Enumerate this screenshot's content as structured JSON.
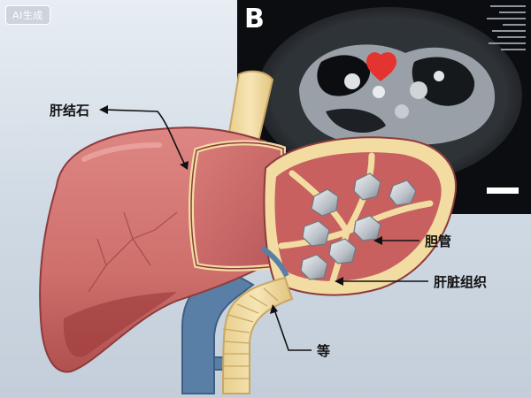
{
  "badge": {
    "text": "AI生成"
  },
  "ct_panel": {
    "panel_letter": "B"
  },
  "labels": {
    "gallstone": "肝结石",
    "bile_duct": "胆管",
    "liver_tissue": "肝脏组织",
    "deng": "等"
  },
  "colors": {
    "liver": "#cf6f6c",
    "liver_shadow": "#9e3c3e",
    "duct_yellow": "#f2dca2",
    "vein_blue": "#5a7fa6",
    "stone": "#b9bfc6",
    "marker_red": "#e3342f"
  }
}
